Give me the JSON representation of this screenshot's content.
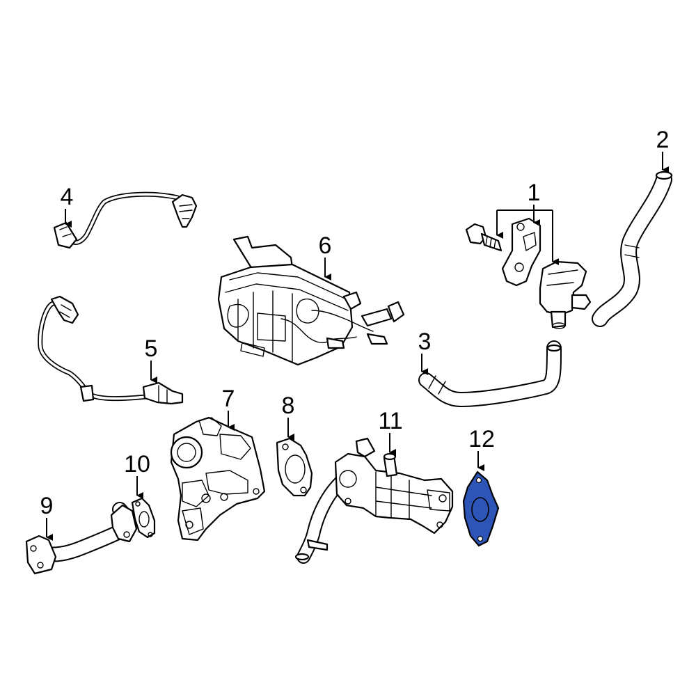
{
  "callouts": [
    {
      "id": "1",
      "label": "1"
    },
    {
      "id": "2",
      "label": "2"
    },
    {
      "id": "3",
      "label": "3"
    },
    {
      "id": "4",
      "label": "4"
    },
    {
      "id": "5",
      "label": "5"
    },
    {
      "id": "6",
      "label": "6"
    },
    {
      "id": "7",
      "label": "7"
    },
    {
      "id": "8",
      "label": "8"
    },
    {
      "id": "9",
      "label": "9"
    },
    {
      "id": "10",
      "label": "10"
    },
    {
      "id": "11",
      "label": "11"
    },
    {
      "id": "12",
      "label": "12"
    }
  ],
  "highlight": {
    "part": "12",
    "color": "#2d55b8"
  },
  "line_color": "#000000",
  "background": "#ffffff"
}
